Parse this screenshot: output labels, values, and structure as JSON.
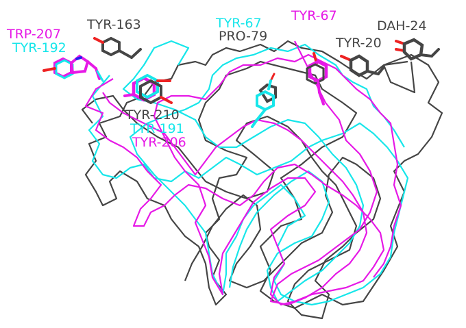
{
  "colors": {
    "dark": "#454545",
    "cyan": "#17e6ea",
    "magenta": "#e619e6",
    "oxygen": "#ee2222",
    "nitrogen": "#2222ee"
  },
  "labels": {
    "trp207": "TRP-207",
    "tyr192": "TYR-192",
    "tyr163": "TYR-163",
    "tyr67_cyan": "TYR-67",
    "pro79": "PRO-79",
    "tyr67_magenta": "TYR-67",
    "dah24": "DAH-24",
    "tyr20": "TYR-20",
    "tyr210": "TYR-210",
    "tyr191": "TYR-191",
    "tyr206": "TYR-206"
  }
}
